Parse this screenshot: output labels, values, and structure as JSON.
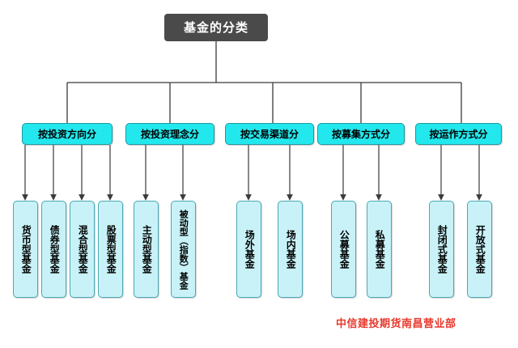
{
  "diagram": {
    "title": "基金的分类",
    "colors": {
      "root_fill": "#4a4a4a",
      "root_text": "#ffffff",
      "category_fill": "#22e8ee",
      "category_border": "#1b9aa0",
      "leaf_fill": "#c8f2f7",
      "leaf_border": "#4aa8b4",
      "connector": "#3a3a3a",
      "watermark_text": "#e8372b",
      "background": "#ffffff"
    },
    "categories": [
      {
        "label": "按投资方向分",
        "children": [
          {
            "label": "货币型基金"
          },
          {
            "label": "债券型基金"
          },
          {
            "label": "混合型基金"
          },
          {
            "label": "股票型基金"
          }
        ]
      },
      {
        "label": "按投资理念分",
        "children": [
          {
            "label": "主动型基金"
          },
          {
            "label": "被动型（指数）基金"
          }
        ]
      },
      {
        "label": "按交易渠道分",
        "children": [
          {
            "label": "场外基金"
          },
          {
            "label": "场内基金"
          }
        ]
      },
      {
        "label": "按募集方式分",
        "children": [
          {
            "label": "公募基金"
          },
          {
            "label": "私募基金"
          }
        ]
      },
      {
        "label": "按运作方式分",
        "children": [
          {
            "label": "封闭式基金"
          },
          {
            "label": "开放式基金"
          }
        ]
      }
    ],
    "watermark": "中信建投期货南昌营业部"
  }
}
